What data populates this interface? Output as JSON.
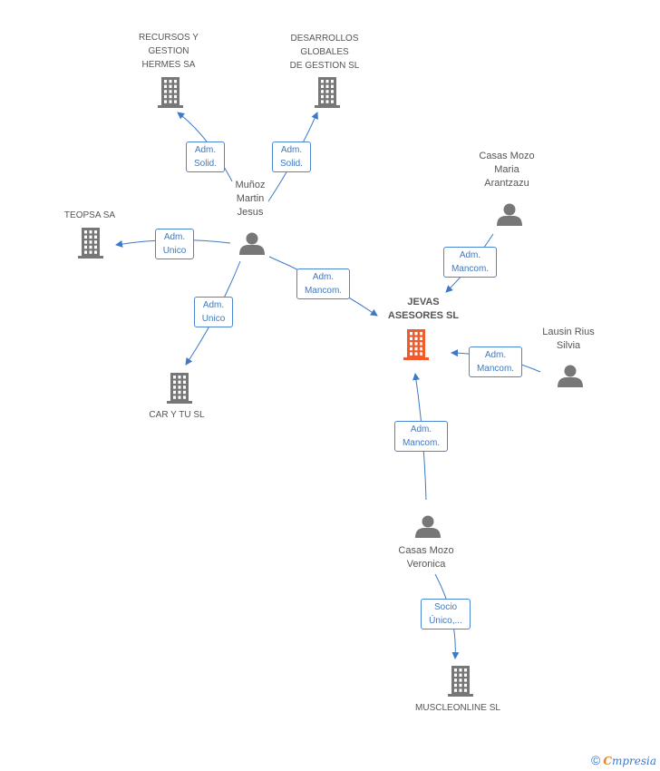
{
  "colors": {
    "edge": "#3d79c9",
    "company_icon": "#777777",
    "main_company_icon": "#ef5b2d",
    "person_icon": "#777777",
    "label_text": "#555555",
    "role_border": "#4a86d4",
    "role_text": "#3f78c2"
  },
  "nodes": [
    {
      "id": "recursos",
      "type": "company",
      "icon": "building-icon",
      "label": "RECURSOS Y\nGESTION\nHERMES SA"
    },
    {
      "id": "desarrollos",
      "type": "company",
      "icon": "building-icon",
      "label": "DESARROLLOS\nGLOBALES\nDE GESTION SL"
    },
    {
      "id": "munoz",
      "type": "person",
      "icon": "person-icon",
      "label": "Muñoz\nMartin\nJesus"
    },
    {
      "id": "teopsa",
      "type": "company",
      "icon": "building-icon",
      "label": "TEOPSA SA"
    },
    {
      "id": "cartu",
      "type": "company",
      "icon": "building-icon",
      "label": "CAR Y TU SL"
    },
    {
      "id": "jevas",
      "type": "main",
      "icon": "building-icon",
      "label": "JEVAS\nASESORES SL"
    },
    {
      "id": "casas_maria",
      "type": "person",
      "icon": "person-icon",
      "label": "Casas Mozo\nMaria\nArantzazu"
    },
    {
      "id": "lausin",
      "type": "person",
      "icon": "person-icon",
      "label": "Lausin Rius\nSilvia"
    },
    {
      "id": "casas_veronica",
      "type": "person",
      "icon": "person-icon",
      "label": "Casas Mozo\nVeronica"
    },
    {
      "id": "muscleonline",
      "type": "company",
      "icon": "building-icon",
      "label": "MUSCLEONLINE SL"
    }
  ],
  "edges": [
    {
      "from": "munoz",
      "to": "recursos",
      "role": "Adm.\nSolid."
    },
    {
      "from": "munoz",
      "to": "desarrollos",
      "role": "Adm.\nSolid."
    },
    {
      "from": "munoz",
      "to": "teopsa",
      "role": "Adm.\nUnico"
    },
    {
      "from": "munoz",
      "to": "cartu",
      "role": "Adm.\nUnico"
    },
    {
      "from": "munoz",
      "to": "jevas",
      "role": "Adm.\nMancom."
    },
    {
      "from": "casas_maria",
      "to": "jevas",
      "role": "Adm.\nMancom."
    },
    {
      "from": "lausin",
      "to": "jevas",
      "role": "Adm.\nMancom."
    },
    {
      "from": "casas_veronica",
      "to": "jevas",
      "role": "Adm.\nMancom."
    },
    {
      "from": "casas_veronica",
      "to": "muscleonline",
      "role": "Socio\nÚnico,..."
    }
  ],
  "footer": {
    "copyright": "©",
    "brand_first": "C",
    "brand_rest": "mpresia"
  }
}
